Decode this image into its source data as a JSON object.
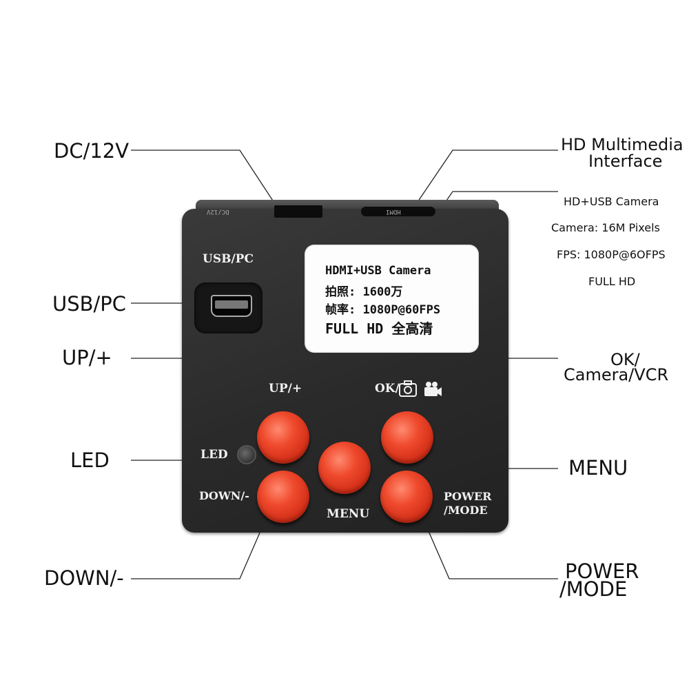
{
  "callouts": {
    "dc": "DC/12V",
    "hdmi_line1": "HD Multimedia",
    "hdmi_line2": "Interface",
    "usb_pc": "USB/PC",
    "up": "UP/+",
    "led": "LED",
    "down": "DOWN/-",
    "ok_line1": "OK/",
    "ok_line2": "Camera/VCR",
    "menu": "MENU",
    "power_line1": "POWER",
    "power_line2": "/MODE"
  },
  "specs": {
    "title": "HD+USB Camera",
    "camera": "Camera: 16M Pixels",
    "fps": "FPS: 1080P@6OFPS",
    "full_hd": "FULL HD"
  },
  "camera_panel": {
    "usb_label": "USB/PC",
    "up_label": "UP/+",
    "ok_label": "OK/",
    "led_label": "LED",
    "down_label": "DOWN/-",
    "menu_label": "MENU",
    "power_label_1": "POWER",
    "power_label_2": "/MODE",
    "top_print_dc": "DC/12V",
    "top_print_hdmi": "HDMI"
  },
  "lcd": {
    "line1": "HDMI+USB Camera",
    "line2": "拍照: 1600万",
    "line3": "帧率: 1080P@60FPS",
    "line4": "FULL HD 全高清"
  },
  "colors": {
    "button_red": "#e2391f",
    "body_dark": "#2a2a2a",
    "lcd_white": "#fdfdfd"
  }
}
